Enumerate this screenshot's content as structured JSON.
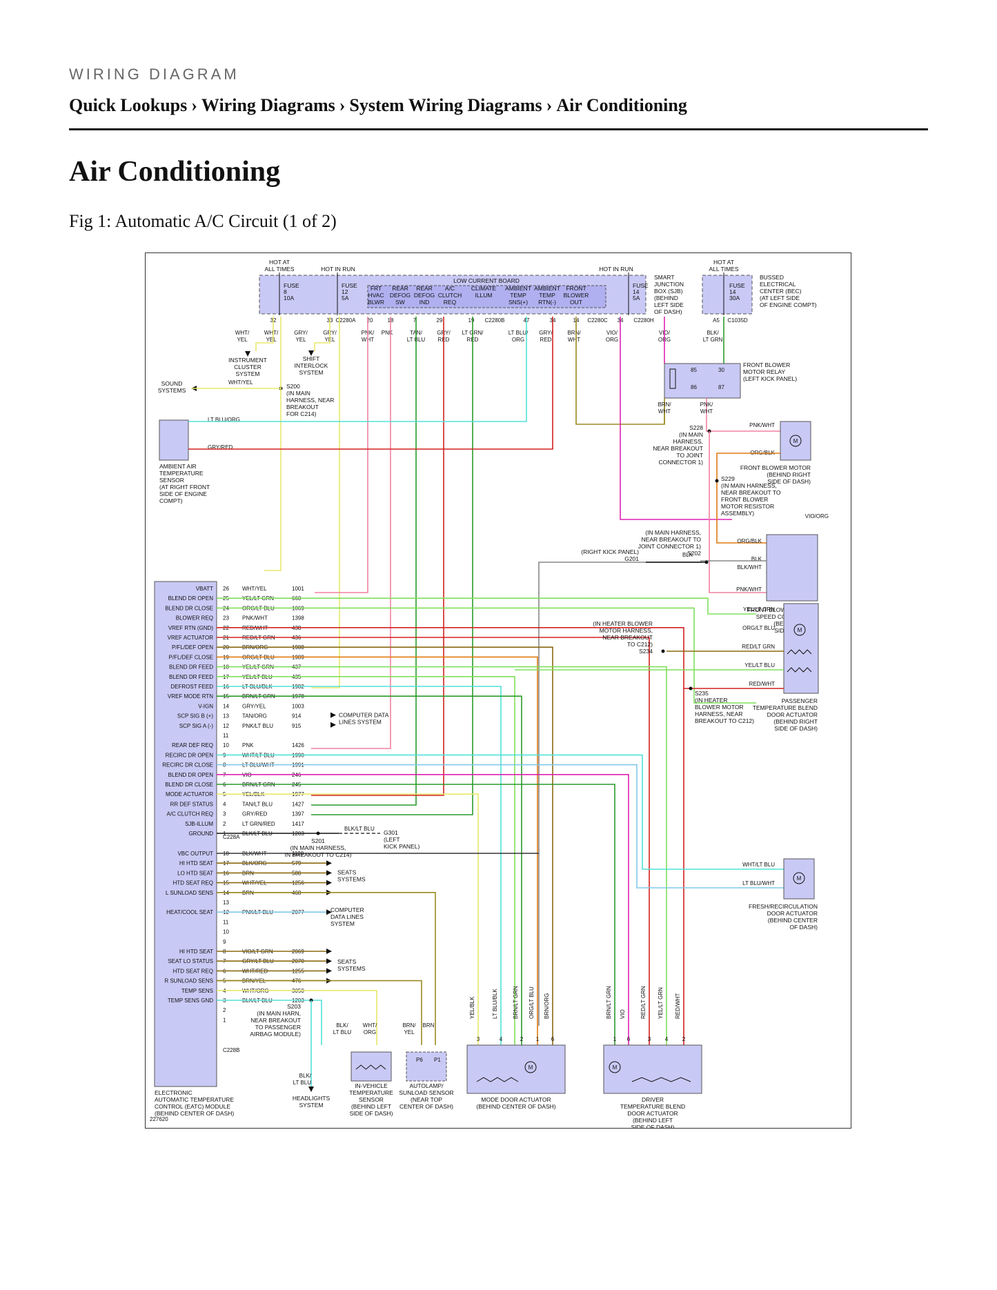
{
  "header": {
    "eyebrow": "WIRING DIAGRAM",
    "breadcrumb": [
      "Quick Lookups",
      "Wiring Diagrams",
      "System Wiring Diagrams",
      "Air Conditioning"
    ],
    "separator": "›"
  },
  "page_title": "Air Conditioning",
  "figure_caption": "Fig 1: Automatic A/C Circuit (1 of 2)",
  "diagram": {
    "figure_id": "227620",
    "sjb": {
      "hot_all_times": "HOT AT ALL TIMES",
      "hot_in_run": "HOT IN RUN",
      "hot_in_run_2": "HOT IN RUN",
      "fuse8": [
        "FUSE",
        "8",
        "10A"
      ],
      "fuse12": [
        "FUSE",
        "12",
        "5A"
      ],
      "fuse14": [
        "FUSE",
        "14",
        "5A"
      ],
      "low_current_board": "LOW CURRENT BOARD",
      "board_cols": [
        [
          "FRT",
          "HVAC",
          "BLWR"
        ],
        [
          "REAR",
          "DEFOG",
          "SW"
        ],
        [
          "REAR",
          "DEFOG",
          "IND"
        ],
        [
          "A/C",
          "CLUTCH",
          "REQ"
        ],
        [
          "CLIMATE",
          "ILLUM"
        ],
        [
          "AMBIENT",
          "TEMP",
          "SNS(+)"
        ],
        [
          "AMBIENT",
          "TEMP",
          "RTN(-)"
        ],
        [
          "FRONT",
          "BLOWER",
          "OUT"
        ]
      ],
      "label": [
        "SMART",
        "JUNCTION",
        "BOX (SJB)",
        "(BEHIND",
        "LEFT SIDE",
        "OF DASH)"
      ],
      "pins": [
        "32",
        "33",
        "C2280A",
        "20",
        "18",
        "7",
        "29",
        "19",
        "C2280B",
        "47",
        "34",
        "14",
        "C2280C",
        "34",
        "C2280H"
      ]
    },
    "bec": {
      "hot_all_times": "HOT AT ALL TIMES",
      "fuse": [
        "FUSE",
        "14",
        "30A"
      ],
      "label": [
        "BUSSED",
        "ELECTRICAL",
        "CENTER (BEC)",
        "(AT LEFT SIDE",
        "OF ENGINE COMPT)"
      ],
      "pin": "A5",
      "connector": "C1035D"
    },
    "top_wires": [
      "WHT/YEL",
      "WHT/YEL",
      "GRY/YEL",
      "GRY/YEL",
      "PNK/WHT",
      "PNK",
      "TAN/LT BLU",
      "GRY/RED",
      "LT GRN/RED",
      "LT BLU/ORG",
      "GRY/RED",
      "BRN/WHT",
      "VIO/ORG",
      "VIO/ORG",
      "BLK/LT GRN"
    ],
    "side_systems": {
      "instrument": [
        "INSTRUMENT",
        "CLUSTER",
        "SYSTEM"
      ],
      "shift": [
        "SHIFT",
        "INTERLOCK",
        "SYSTEM"
      ],
      "sound": [
        "SOUND",
        "SYSTEMS"
      ],
      "sound_wire": "WHT/YEL",
      "s200": [
        "S200",
        "(IN MAIN",
        "HARNESS, NEAR",
        "BREAKOUT",
        "FOR C214)"
      ]
    },
    "ambient_sensor": {
      "label": [
        "AMBIENT AIR",
        "TEMPERATURE",
        "SENSOR",
        "(AT RIGHT FRONT",
        "SIDE OF ENGINE",
        "COMPT)"
      ],
      "wire1": "LT BLU/ORG",
      "wire2": "GRY/RED"
    },
    "relay": {
      "label": [
        "FRONT BLOWER",
        "MOTOR RELAY",
        "(LEFT KICK PANEL)"
      ],
      "pins": [
        "85",
        "30",
        "86",
        "87"
      ],
      "out_wires": [
        "BRN/WHT",
        "PNK/WHT"
      ]
    },
    "blower_motor": {
      "label": [
        "FRONT BLOWER MOTOR",
        "(BEHIND RIGHT",
        "SIDE OF DASH)"
      ],
      "wires": [
        "PNK/WHT",
        "ORG/BLK"
      ],
      "s228": [
        "S228",
        "(IN MAIN",
        "HARNESS,",
        "NEAR BREAKOUT",
        "TO JOINT",
        "CONNECTOR 1)"
      ],
      "s229": [
        "S229",
        "(IN MAIN HARNESS,",
        "NEAR BREAKOUT TO",
        "FRONT BLOWER",
        "MOTOR RESISTOR",
        "ASSEMBLY)"
      ],
      "vio_org": "VIO/ORG"
    },
    "speed_controller": {
      "label": [
        "FRONT BLOWER MOTOR",
        "SPEED CONTROLLER",
        "(BEHIND RIGHT",
        "SIDE OF DASH)"
      ],
      "wires": [
        "ORG/BLK",
        "BLK",
        "BLK/WHT",
        "PNK/WHT"
      ],
      "s202": [
        "(IN MAIN HARNESS,",
        "NEAR BREAKOUT TO",
        "JOINT CONNECTOR 1)",
        "S202"
      ],
      "g201": [
        "(RIGHT KICK PANEL)",
        "G201"
      ],
      "blk": "BLK"
    },
    "eatc": {
      "label": [
        "ELECTRONIC",
        "AUTOMATIC TEMPERATURE",
        "CONTROL (EATC) MODULE",
        "(BEHIND CENTER OF DASH)"
      ],
      "connA": "C228A",
      "connB": "C228B",
      "rowsA": [
        [
          "VBATT",
          "26",
          "WHT/YEL",
          "1001"
        ],
        [
          "BLEND DR OPEN",
          "25",
          "YEL/LT GRN",
          "660"
        ],
        [
          "BLEND DR CLOSE",
          "24",
          "ORG/LT BLU",
          "1069"
        ],
        [
          "BLOWER REQ",
          "23",
          "PNK/WHT",
          "1398"
        ],
        [
          "VREF RTN (GND)",
          "22",
          "RED/WHT",
          "438"
        ],
        [
          "VREF ACTUATOR",
          "21",
          "RED/LT GRN",
          "436"
        ],
        [
          "P/FL/DEF OPEN",
          "20",
          "BRN/ORG",
          "1988"
        ],
        [
          "P/FL/DEF CLOSE",
          "19",
          "ORG/LT BLU",
          "1989"
        ],
        [
          "BLEND DR FEED",
          "18",
          "YEL/LT GRN",
          "437"
        ],
        [
          "BLEND DR FEED",
          "17",
          "YEL/LT BLU",
          "435"
        ],
        [
          "DEFROST FEED",
          "16",
          "LT BLU/BLK",
          "1982"
        ],
        [
          "VREF MODE RTN",
          "15",
          "BRN/LT GRN",
          "1978"
        ],
        [
          "V-IGN",
          "14",
          "GRY/YEL",
          "1003"
        ],
        [
          "SCP SIG B (+)",
          "13",
          "TAN/ORG",
          "914"
        ],
        [
          "SCP SIG A (-)",
          "12",
          "PNK/LT BLU",
          "915"
        ],
        [
          "",
          "11",
          "",
          ""
        ],
        [
          "REAR DEF REQ",
          "10",
          "PNK",
          "1426"
        ],
        [
          "RECIRC DR OPEN",
          "9",
          "WHT/LT BLU",
          "1990"
        ],
        [
          "RECIRC DR CLOSE",
          "8",
          "LT BLU/WHT",
          "1991"
        ],
        [
          "BLEND DR OPEN",
          "7",
          "VIO",
          "246"
        ],
        [
          "BLEND DR CLOSE",
          "6",
          "BRN/LT GRN",
          "245"
        ],
        [
          "MODE ACTUATOR",
          "5",
          "YEL/BLK",
          "1977"
        ],
        [
          "RR DEF STATUS",
          "4",
          "TAN/LT BLU",
          "1427"
        ],
        [
          "A/C CLUTCH REQ",
          "3",
          "GRY/RED",
          "1397"
        ],
        [
          "SJB-ILLUM",
          "2",
          "LT GRN/RED",
          "1417"
        ],
        [
          "GROUND",
          "1",
          "BLK/LT BLU",
          "1203"
        ]
      ],
      "rowsB": [
        [
          "VBC OUTPUT",
          "18",
          "BLK/WHT",
          "1120"
        ],
        [
          "HI HTD SEAT",
          "17",
          "BLK/ORG",
          "579"
        ],
        [
          "LO HTD SEAT",
          "16",
          "BRN",
          "580"
        ],
        [
          "HTD SEAT REQ",
          "15",
          "WHT/YEL",
          "1256"
        ],
        [
          "L SUNLOAD SENS",
          "14",
          "BRN",
          "468"
        ],
        [
          "",
          "13",
          "",
          ""
        ],
        [
          "HEAT/COOL SEAT",
          "12",
          "PNK/LT BLU",
          "2077"
        ],
        [
          "",
          "11",
          "",
          ""
        ],
        [
          "",
          "10",
          "",
          ""
        ],
        [
          "",
          "9",
          "",
          ""
        ],
        [
          "HI HTD SEAT",
          "8",
          "VIO/LT GRN",
          "2069"
        ],
        [
          "SEAT LO STATUS",
          "7",
          "GRY/LT BLU",
          "2070"
        ],
        [
          "HTD SEAT REQ",
          "6",
          "WHT/RED",
          "1255"
        ],
        [
          "R SUNLOAD SENS",
          "5",
          "BRN/YEL",
          "476"
        ],
        [
          "TEMP SENS",
          "4",
          "WHT/ORG",
          "3050"
        ],
        [
          "TEMP SENS GND",
          "3",
          "BLK/LT BLU",
          "1203"
        ],
        [
          "",
          "2",
          "",
          ""
        ],
        [
          "",
          "1",
          "",
          ""
        ]
      ],
      "computer_data": [
        "COMPUTER DATA",
        "LINES SYSTEM"
      ],
      "computer_data_2": [
        "COMPUTER",
        "DATA LINES",
        "SYSTEM"
      ],
      "seats": [
        "SEATS",
        "SYSTEMS"
      ],
      "s201": [
        "S201",
        "(IN MAIN HARNESS,",
        "IN BREAKOUT TO C214)"
      ],
      "s201_wire": "BLK/LT BLU",
      "g301": [
        "G301",
        "(LEFT",
        "KICK PANEL)"
      ]
    },
    "passenger_blend": {
      "label": [
        "PASSENGER",
        "TEMPERATURE BLEND",
        "DOOR ACTUATOR",
        "(BEHIND RIGHT",
        "SIDE OF DASH)"
      ],
      "wires": [
        "YEL/LT GRN",
        "ORG/LT BLU",
        "RED/LT GRN",
        "YEL/LT BLU",
        "RED/WHT"
      ],
      "s234": [
        "(IN HEATER BLOWER",
        "MOTOR HARNESS,",
        "NEAR BREAKOUT",
        "TO C212)",
        "S234"
      ],
      "s235": [
        "S235",
        "(IN HEATER",
        "BLOWER MOTOR",
        "HARNESS, NEAR",
        "BREAKOUT TO C212)"
      ]
    },
    "fresh_recirc": {
      "label": [
        "FRESH/RECIRCULATION",
        "DOOR ACTUATOR",
        "(BEHIND CENTER",
        "OF DASH)"
      ],
      "wires": [
        "WHT/LT BLU",
        "LT BLU/WHT"
      ]
    },
    "bottom": {
      "s203": [
        "S203",
        "(IN MAIN HARN,",
        "NEAR BREAKOUT",
        "TO PASSENGER",
        "AIRBAG MODULE)"
      ],
      "headlights": [
        "HEADLIGHTS",
        "SYSTEM"
      ],
      "headlights_wire": "BLK/LT BLU",
      "invehicle": [
        "IN-VEHICLE",
        "TEMPERATURE",
        "SENSOR",
        "(BEHIND LEFT",
        "SIDE OF DASH)"
      ],
      "invehicle_wires": [
        "BLK/LT BLU",
        "WHT/ORG"
      ],
      "autolamp": [
        "AUTOLAMP/",
        "SUNLOAD SENSOR",
        "(NEAR TOP",
        "CENTER OF DASH)"
      ],
      "autolamp_wires": [
        "BRN/YEL",
        "BRN"
      ],
      "autolamp_pins": [
        "P6",
        "P1"
      ],
      "mode_door": [
        "MODE DOOR ACTUATOR",
        "(BEHIND CENTER OF DASH)"
      ],
      "mode_wires": [
        "YEL/BLK",
        "LT BLU/BLK",
        "BRN/LT GRN",
        "ORG/LT BLU",
        "BRN/ORG"
      ],
      "mode_pins": [
        "3",
        "4",
        "2",
        "1",
        "6"
      ],
      "driver_blend": [
        "DRIVER",
        "TEMPERATURE BLEND",
        "DOOR ACTUATOR",
        "(BEHIND LEFT",
        "SIDE OF DASH)"
      ],
      "driver_wires": [
        "BRN/LT GRN",
        "VIO",
        "RED/LT GRN",
        "YEL/LT GRN",
        "RED/WHT"
      ],
      "driver_pins": [
        "1",
        "6",
        "3",
        "4",
        "2"
      ]
    }
  },
  "colors": {
    "module_fill": "#c9c9f5",
    "yellow": "#e8e86a",
    "ltgreen": "#7fe05a",
    "green": "#2a9a2a",
    "cyan": "#50e0d8",
    "ltblue": "#80c8e8",
    "red": "#d42020",
    "pink": "#f080a0",
    "magenta": "#e020b0",
    "brown": "#8a6a10",
    "olive": "#9a8a20",
    "orange": "#e07a10",
    "gray": "#888888",
    "black": "#333333"
  }
}
